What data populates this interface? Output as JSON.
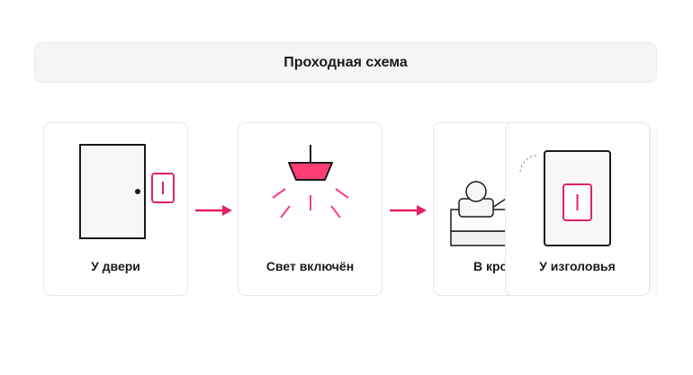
{
  "title": "Проходная схема",
  "steps": [
    {
      "label": "У двери",
      "icon": "door-with-switch-icon"
    },
    {
      "label": "Свет включён",
      "icon": "ceiling-lamp-on-icon"
    },
    {
      "label": "В кро",
      "icon": "person-in-bed-icon"
    },
    {
      "label": "У изголовья",
      "icon": "wall-switch-icon"
    }
  ],
  "colors": {
    "accent": "#e0245e",
    "lamp": "#ff3d74",
    "stroke": "#1a1a1a",
    "card_border": "#e6e6e6",
    "title_bg": "#f5f5f5"
  }
}
